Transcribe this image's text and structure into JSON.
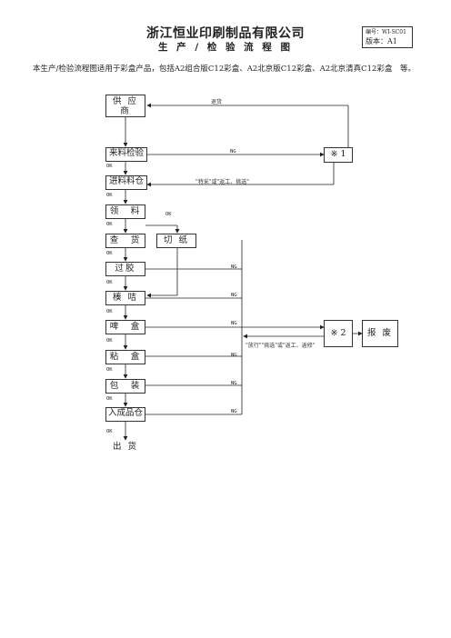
{
  "header": {
    "company": "浙江恒业印刷制品有限公司",
    "doc_title": "生 产 / 检 验 流 程 图",
    "code_label": "编号：WI-SC01",
    "version_label": "版本：A1"
  },
  "intro": "本生产/检验流程图适用于彩盒产品，包括A2组合版C12彩盒、A2北京版C12彩盒、A2北京清真C12彩盒　等。",
  "flow": {
    "supplier": "供 应 商",
    "incoming_inspection": "来料检验",
    "incoming_store": "进料料仓",
    "requisition": "领　料",
    "check_goods": "查　货",
    "cut_paper": "切 纸",
    "lamination": "过胶",
    "grooving": "楱 咭",
    "die_cut": "啤　盒",
    "glue_box": "粘　盒",
    "packing": "包　装",
    "finished_store": "入成品仓",
    "shipping": "出 货",
    "mark1": "※ 1",
    "mark2": "※ 2",
    "scrap": "报 废"
  },
  "labels": {
    "return_goods": "退货",
    "ok": "OK",
    "ng": "NG",
    "note1": "\"特采\"或\"返工、挑选\"",
    "note2": "\"放行\"\"挑选\"或\"返工、返修\""
  }
}
